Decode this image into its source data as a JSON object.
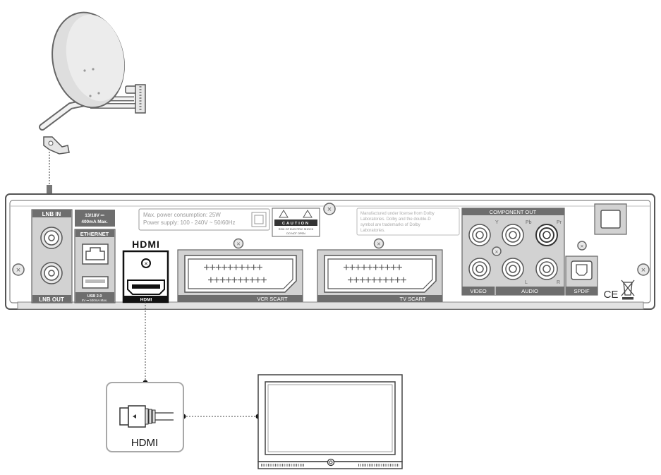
{
  "receiver": {
    "lnb_in": "LNB IN",
    "lnb_out": "LNB OUT",
    "lnb_power_1": "13/18V ⎓",
    "lnb_power_2": "400mA Max.",
    "ethernet": "ETHERNET",
    "usb_1": "USB 2.0",
    "usb_2": "5V ⎓ 500mA Max.",
    "hdmi_logo": "HDMI",
    "hdmi_port": "HDMI",
    "power_info_1": "Max. power consumption: 25W",
    "power_info_2": "Power supply: 100 - 240V ~ 50/60Hz",
    "caution_title": "CAUTION",
    "caution_1": "RISK OF ELECTRIC SHOCK",
    "caution_2": "DO NOT OPEN",
    "dolby_1": "Manufactured under license from Dolby",
    "dolby_2": "Laboratories. Dolby and the double-D",
    "dolby_3": "symbol are trademarks of Dolby",
    "dolby_4": "Laboratories.",
    "vcr_scart": "VCR SCART",
    "tv_scart": "TV SCART",
    "component_out": "COMPONENT OUT",
    "y": "Y",
    "pb": "Pb",
    "pr": "Pr",
    "video": "VIDEO",
    "audio": "AUDIO",
    "left": "L",
    "right": "R",
    "spdif": "SPDIF",
    "ce": "CE"
  },
  "hdmi_cable_label": "HDMI",
  "colors": {
    "outline": "#555555",
    "panel_fill": "#d2d2d2",
    "label_fill": "#6e6e6e",
    "callout_border": "#a8a8a8"
  }
}
